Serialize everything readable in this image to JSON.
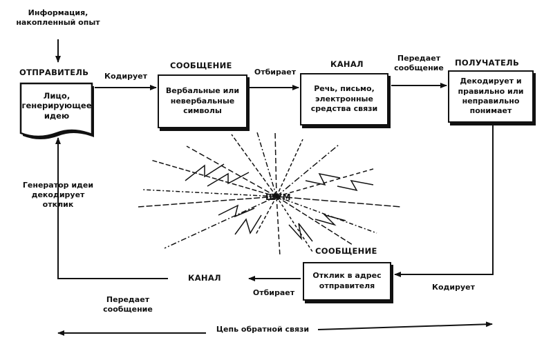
{
  "input": {
    "text": "Информация,\nнакопленный опыт"
  },
  "sender": {
    "header": "ОТПРАВИТЕЛЬ",
    "text": "Лицо,\nгенерирующее\nидею"
  },
  "message": {
    "header": "СООБЩЕНИЕ",
    "text": "Вербальные или\nневербальные\nсимволы"
  },
  "channel": {
    "header": "КАНАЛ",
    "text": "Речь, письмо,\nэлектронные\nсредства связи"
  },
  "receiver": {
    "header": "ПОЛУЧАТЕЛЬ",
    "text": "Декодирует и\nправильно или\nнеправильно\nпонимает"
  },
  "flow": {
    "encodes": "Кодирует",
    "selects": "Отбирает",
    "transmits": "Передает\nсообщение"
  },
  "noise": {
    "label": "ШУМ"
  },
  "feedback": {
    "message_header": "СООБЩЕНИЕ",
    "message_text": "Отклик в адрес\nотправителя",
    "encodes": "Кодирует",
    "selects": "Отбирает",
    "channel": "КАНАЛ",
    "transmits": "Передает\nсообщение",
    "decodes": "Генератор идеи\nдекодирует\nотклик",
    "loop": "Цепь обратной связи"
  }
}
